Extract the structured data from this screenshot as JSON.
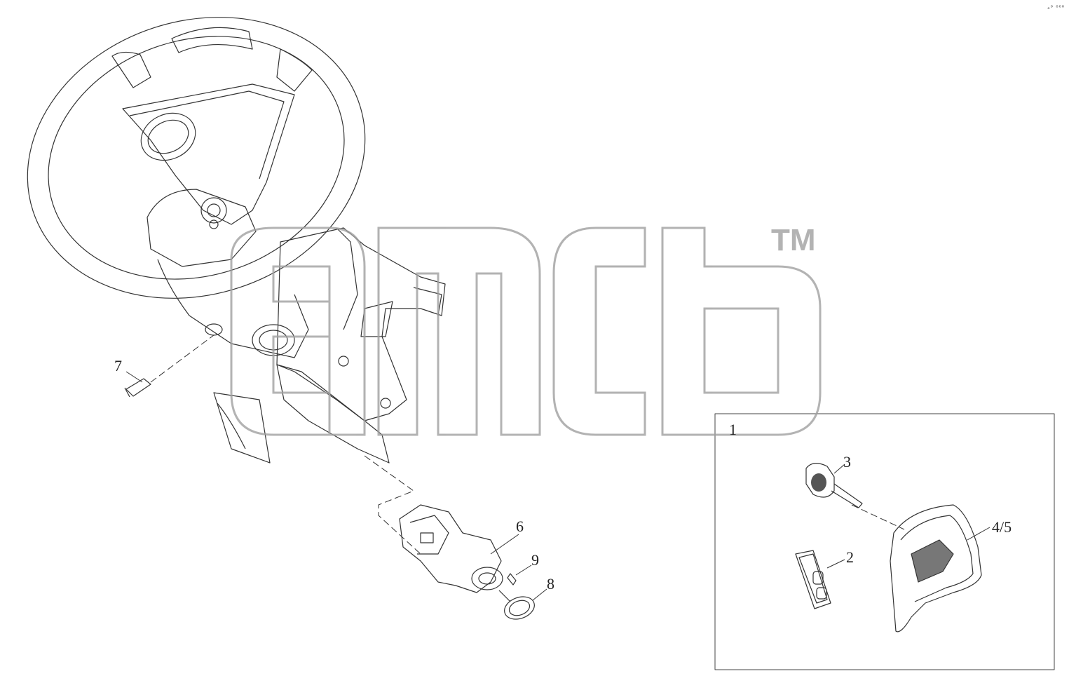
{
  "corner_code": "ₒ⁰ ⁰⁰⁰",
  "watermark": {
    "text": "amcb",
    "tm": "TM"
  },
  "inset": {
    "label": "1"
  },
  "callouts": {
    "c2": "2",
    "c3": "3",
    "c45": "4/5",
    "c6": "6",
    "c7": "7",
    "c8": "8",
    "c9": "9"
  },
  "colors": {
    "line": "#222222",
    "watermark": "#a0a0a0",
    "shade": "#555555"
  }
}
